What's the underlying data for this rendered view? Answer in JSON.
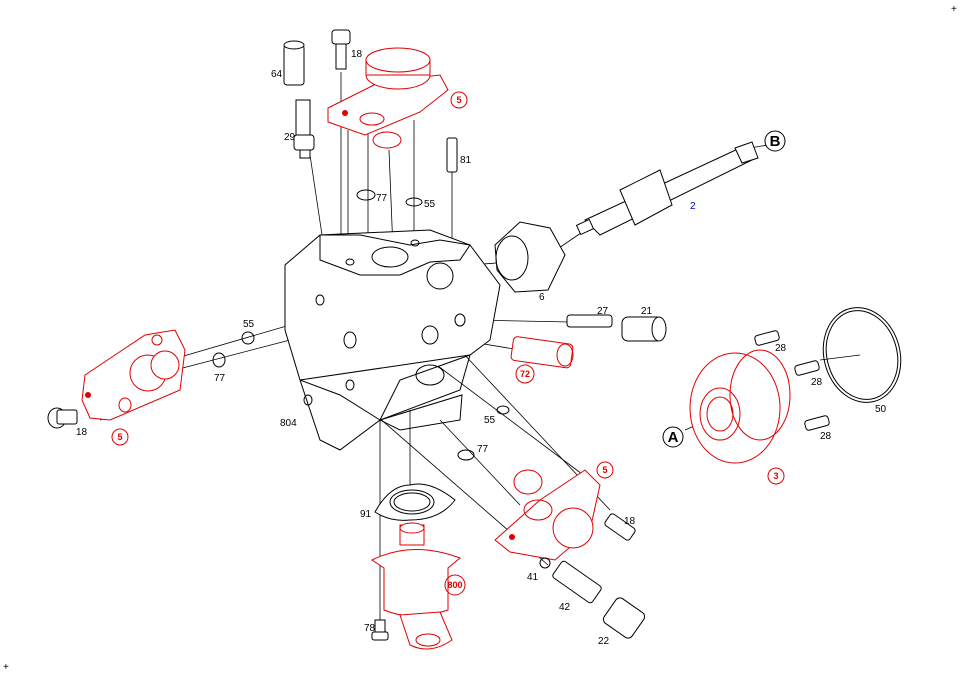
{
  "diagram": {
    "corner_marks": [
      "+",
      "+"
    ],
    "colors": {
      "assembly": "#e00000",
      "part": "#000000",
      "highlight_label": "#0000e0"
    },
    "labels": {
      "p64": "64",
      "p18_top": "18",
      "p5_top": "5",
      "p29": "29",
      "p81": "81",
      "p77_top": "77",
      "p55_top": "55",
      "pB": "B",
      "p2": "2",
      "p6": "6",
      "p27": "27",
      "p21": "21",
      "p55_left": "55",
      "p77_left": "77",
      "p72": "72",
      "p28_a": "28",
      "p28_b": "28",
      "p28_c": "28",
      "p50": "50",
      "pA": "A",
      "p3": "3",
      "p18_left": "18",
      "p5_left": "5",
      "p804": "804",
      "p55_mid": "55",
      "p77_mid": "77",
      "p5_right": "5",
      "p18_right": "18",
      "p91": "91",
      "p800": "800",
      "p41": "41",
      "p42": "42",
      "p78": "78",
      "p22": "22"
    }
  }
}
